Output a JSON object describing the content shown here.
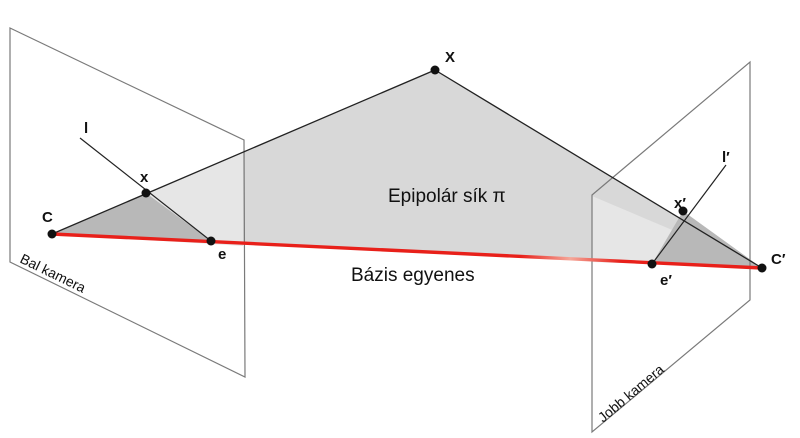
{
  "labels": {
    "point_X": "X",
    "point_C": "C",
    "point_C_prime": "C′",
    "point_x": "x",
    "point_x_prime": "x′",
    "point_e": "e",
    "point_e_prime": "e′",
    "line_l": "l",
    "line_l_prime": "l′",
    "epipolar_plane": "Epipolár sík π",
    "baseline": "Bázis egyenes",
    "left_camera": "Bal kamera",
    "right_camera": "Jobb kamera"
  },
  "colors": {
    "baseline": "#e8201a",
    "plane_fill": "#d6d6d6",
    "image_triangle_fill": "#b9b9b9",
    "camera_frame": "#7a7a7a",
    "point": "#111111"
  }
}
